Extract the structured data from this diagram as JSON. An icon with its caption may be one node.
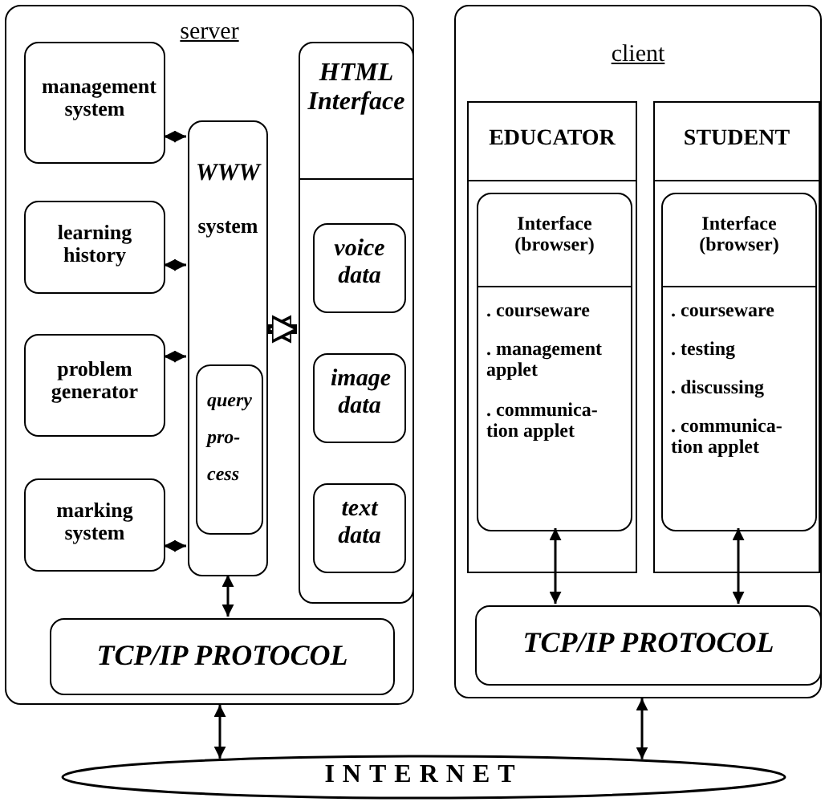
{
  "diagram": {
    "nodes": [
      {
        "text": [
          "server"
        ]
      },
      {
        "text": [
          "management system"
        ],
        "in": 0
      },
      {
        "text": [
          "learning history"
        ],
        "in": 0
      },
      {
        "text": [
          "problem generator"
        ],
        "in": 0
      },
      {
        "text": [
          "marking system"
        ],
        "in": 0
      },
      {
        "text": [
          "WWW",
          "system"
        ],
        "in": 0
      },
      {
        "text": [
          "query pro- cess"
        ],
        "in": 5
      },
      {
        "text": [
          "HTML Interface"
        ],
        "in": 0
      },
      {
        "text": [
          "voice data"
        ],
        "in": 7
      },
      {
        "text": [
          "image data"
        ],
        "in": 7
      },
      {
        "text": [
          "text data"
        ],
        "in": 7
      },
      {
        "text": [
          "TCP/IP PROTOCOL"
        ],
        "in": 0
      },
      {
        "text": [
          "client"
        ]
      },
      {
        "text": [
          "EDUCATOR"
        ],
        "in": 12
      },
      {
        "text": [
          "Interface (browser)",
          ". courseware",
          ". management applet",
          ". communica- tion applet"
        ],
        "in": 13
      },
      {
        "text": [
          "STUDENT"
        ],
        "in": 12
      },
      {
        "text": [
          "Interface (browser)",
          ". courseware",
          ". testing",
          ". discussing",
          ". communica- tion applet"
        ],
        "in": 15
      },
      {
        "text": [
          "TCP/IP PROTOCOL"
        ],
        "in": 12
      },
      {
        "text": [
          "INTERNET"
        ]
      }
    ],
    "edges": [
      {
        "from": 1,
        "to": 5,
        "arrow": "both"
      },
      {
        "from": 2,
        "to": 5,
        "arrow": "both"
      },
      {
        "from": 3,
        "to": 5,
        "arrow": "both"
      },
      {
        "from": 4,
        "to": 5,
        "arrow": "both"
      },
      {
        "from": 5,
        "to": 7,
        "arrow": "both",
        "style": "thick"
      },
      {
        "from": 5,
        "to": 11,
        "arrow": "both"
      },
      {
        "from": 14,
        "to": 17,
        "arrow": "both"
      },
      {
        "from": 16,
        "to": 17,
        "arrow": "both"
      },
      {
        "from": 0,
        "to": 18,
        "arrow": "both"
      },
      {
        "from": 12,
        "to": 18,
        "arrow": "both"
      }
    ]
  }
}
